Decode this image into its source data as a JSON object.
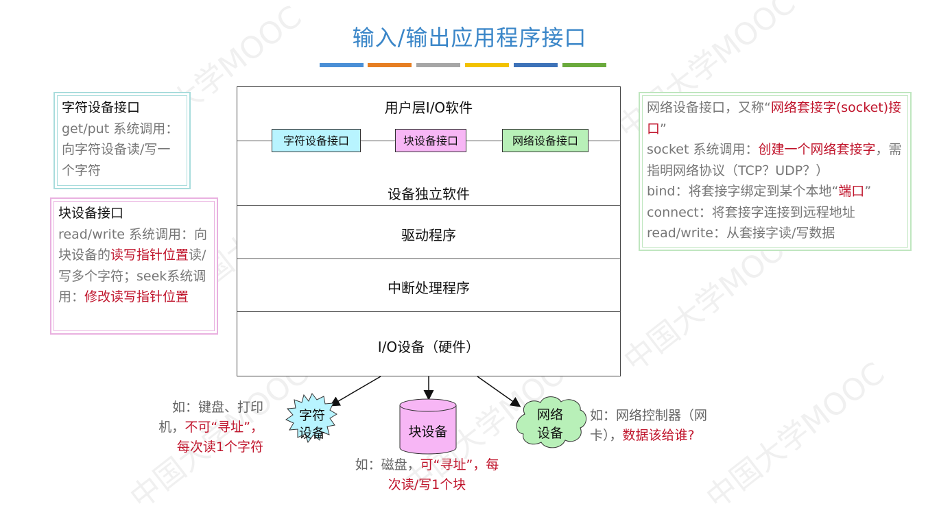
{
  "title": "输入/输出应用程序接口",
  "colors": {
    "title": "#3a86c8",
    "accent_bars": [
      "#4a8fd6",
      "#e67e22",
      "#a6a6a6",
      "#f2c200",
      "#3d72b8",
      "#6aaa3c"
    ],
    "highlight_red": "#c0152c",
    "char_if_fill": "#b8f4ff",
    "block_if_fill": "#f7b6f5",
    "net_if_fill": "#b8f0b8"
  },
  "notes": {
    "char": {
      "heading": "字符设备接口",
      "body": "get/put 系统调用：向字符设备读/写一个字符"
    },
    "block": {
      "heading": "块设备接口",
      "line1_gray": "read/write 系统调用：向块设备的",
      "line1_red": "读写指针位置",
      "line2_gray": "读/写多个字符；seek系统调用：",
      "line2_red": "修改读写指针位置"
    },
    "net": {
      "p1_gray": "网络设备接口，又称“",
      "p1_red": "网络套接字(socket)接口",
      "p1_end": "”",
      "p2_gray": "socket 系统调用：",
      "p2_red": "创建一个网络套接字",
      "p2_end": "，需指明网络协议（TCP？UDP？）",
      "p3_gray": "bind：将套接字绑定到某个本地“",
      "p3_red": "端口",
      "p3_end": "”",
      "p4": "connect：将套接字连接到远程地址",
      "p5": "read/write：从套接字读/写数据"
    }
  },
  "stack": {
    "user_layer": "用户层I/O软件",
    "interfaces": [
      "字符设备接口",
      "块设备接口",
      "网络设备接口"
    ],
    "independent_layer": "设备独立软件",
    "driver_layer": "驱动程序",
    "interrupt_layer": "中断处理程序",
    "hardware_layer": "I/O设备（硬件）"
  },
  "devices": {
    "char": "字符设备",
    "block": "块设备",
    "net": "网络设备"
  },
  "captions": {
    "char_gray": "如：键盘、打印机，",
    "char_red": "不可“寻址”，每次读1个字符",
    "block_gray": "如：磁盘，",
    "block_red": "可“寻址”，每次读/写1个块",
    "net_gray": "如：网络控制器（网卡），",
    "net_red": "数据该给谁?"
  },
  "watermark": [
    "中国大学MOOC"
  ]
}
